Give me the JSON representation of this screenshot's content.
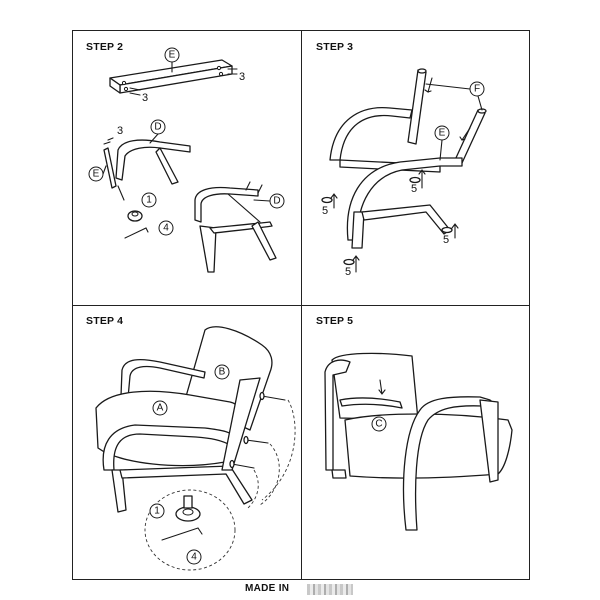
{
  "panels": {
    "step2": {
      "title": "STEP 2"
    },
    "step3": {
      "title": "STEP 3"
    },
    "step4": {
      "title": "STEP 4"
    },
    "step5": {
      "title": "STEP 5"
    }
  },
  "part_labels": {
    "A": "A",
    "B": "B",
    "C": "C",
    "D": "D",
    "E": "E",
    "F": "F"
  },
  "hardware_numbers": {
    "bolt": "3",
    "washer": "1",
    "allen_key": "4",
    "cap": "5"
  },
  "footer": {
    "text": "MADE IN"
  }
}
